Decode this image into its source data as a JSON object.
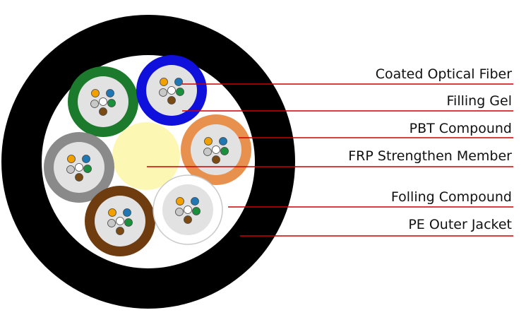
{
  "diagram": {
    "labels": [
      "Coated Optical Fiber",
      "Filling Gel ",
      "PBT Compound",
      "FRP Strengthen Member",
      "Folling Compound",
      "PE Outer Jacket"
    ]
  },
  "colors": {
    "leader_line": "#cc0000",
    "outer_jacket": "#000000",
    "filling_compound": "#ffffff",
    "frp_member": "#fdf7b4",
    "filling_gel": "#e2e2e2",
    "tube_colors": [
      "#1c7a2c",
      "#1010dd",
      "#e8914e",
      "#8a8a8a",
      "#6e3c0f",
      "#ffffff"
    ],
    "fiber_colors": [
      "#f2a000",
      "#1f77b4",
      "#1a8f3c",
      "#7b4a12",
      "#ffffff",
      "#c8c8c8"
    ]
  }
}
